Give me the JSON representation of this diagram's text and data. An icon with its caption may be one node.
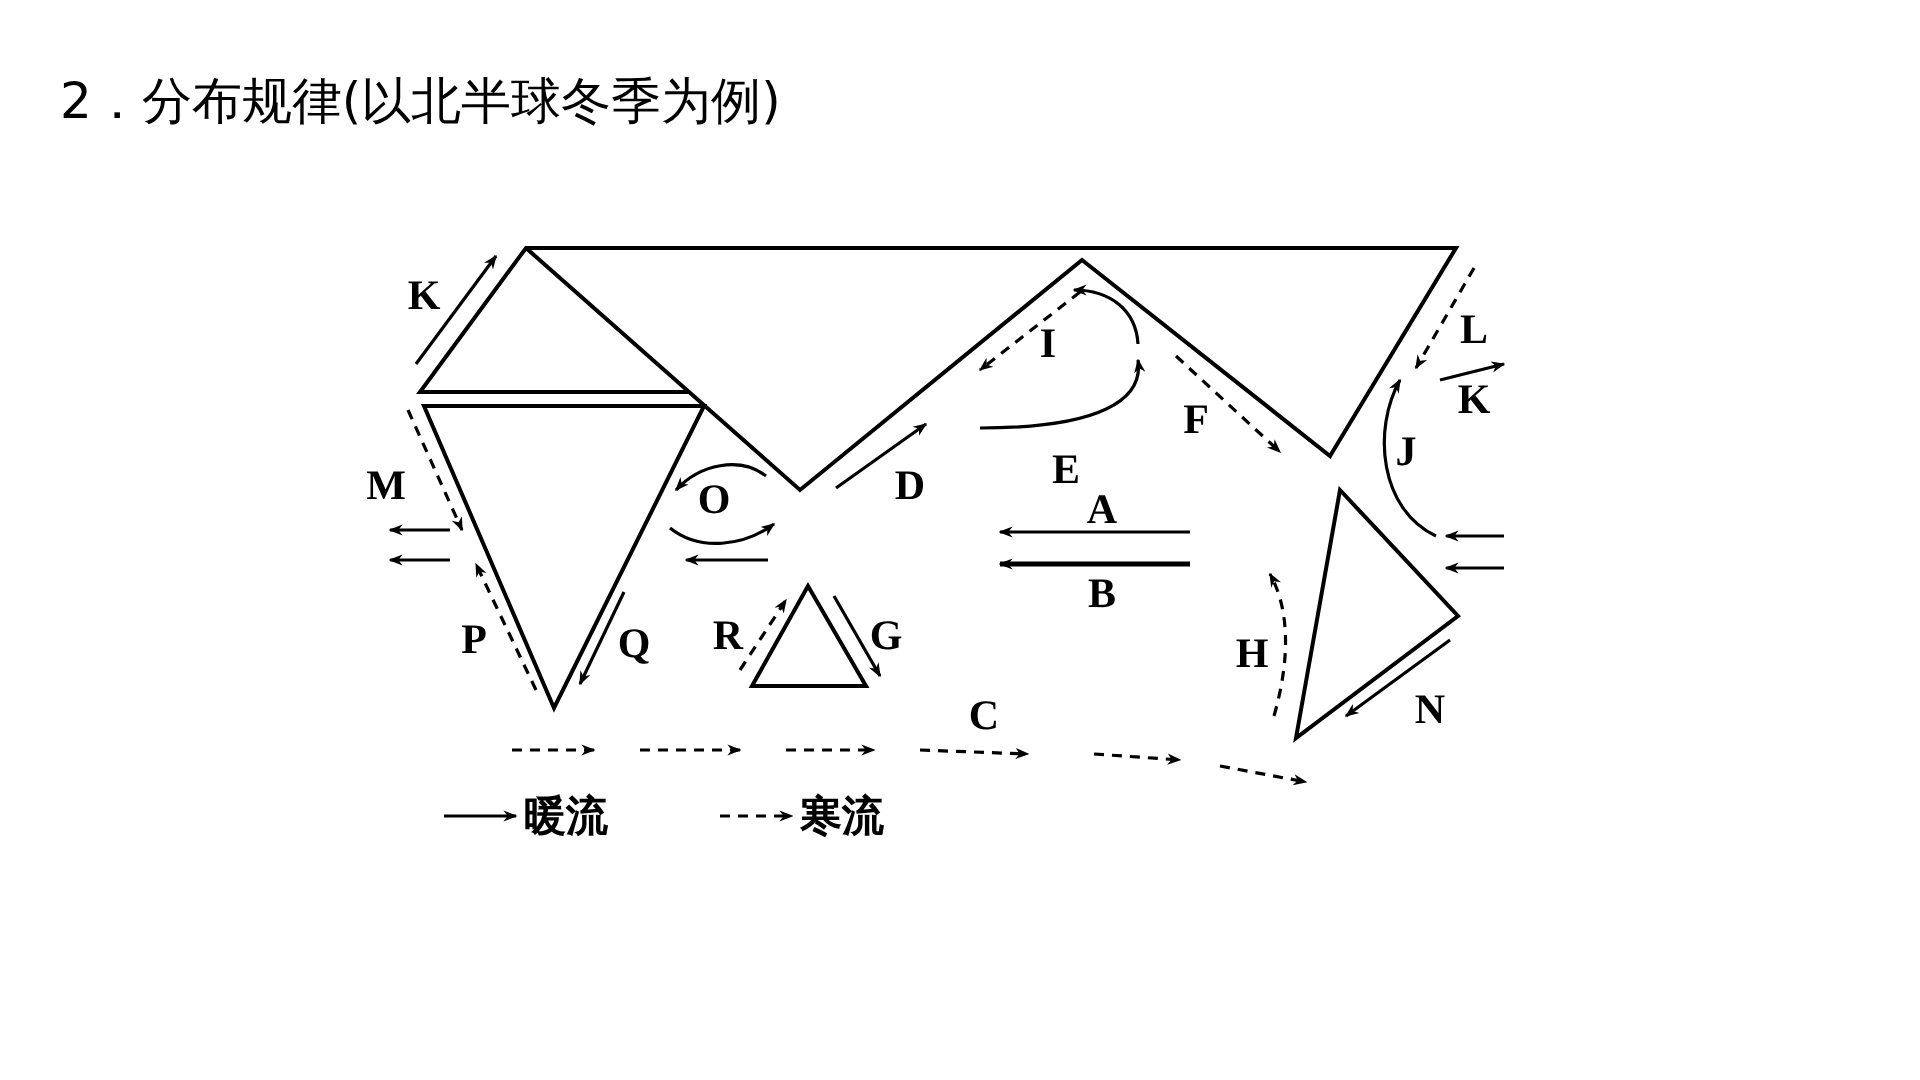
{
  "diagram": {
    "title": "2．分布规律(以北半球冬季为例)",
    "labels": [
      "K",
      "I",
      "L",
      "K",
      "F",
      "J",
      "M",
      "O",
      "D",
      "E",
      "A",
      "B",
      "P",
      "Q",
      "R",
      "G",
      "H",
      "C",
      "N"
    ],
    "legend": [
      {
        "text": "暖流"
      },
      {
        "text": "寒流"
      }
    ]
  }
}
